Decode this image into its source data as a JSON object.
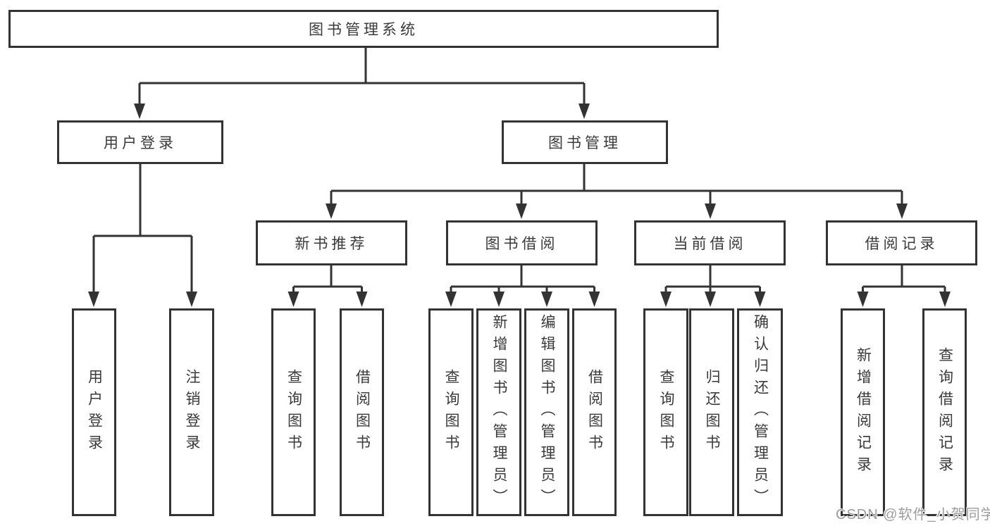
{
  "diagram": {
    "title": "图书管理系统",
    "level2": [
      {
        "label": "用户登录"
      },
      {
        "label": "图书管理"
      }
    ],
    "level3": [
      {
        "label": "新书推荐"
      },
      {
        "label": "图书借阅"
      },
      {
        "label": "当前借阅"
      },
      {
        "label": "借阅记录"
      }
    ],
    "leaves": {
      "user_login": [
        {
          "label": "用户登录"
        },
        {
          "label": "注销登录"
        }
      ],
      "new_book": [
        {
          "label": "查询图书"
        },
        {
          "label": "借阅图书"
        }
      ],
      "book_borrow": [
        {
          "label": "查询图书"
        },
        {
          "label": "新增图书（管理员）"
        },
        {
          "label": "编辑图书（管理员）"
        },
        {
          "label": "借阅图书"
        }
      ],
      "current_borrow": [
        {
          "label": "查询图书"
        },
        {
          "label": "归还图书"
        },
        {
          "label": "确认归还（管理员）"
        }
      ],
      "borrow_record": [
        {
          "label": "新增借阅记录"
        },
        {
          "label": "查询借阅记录"
        }
      ]
    }
  },
  "watermark": "CSDN @软件_小贺同学",
  "colors": {
    "line": "#333333",
    "box_border": "#333333",
    "text": "#3a3a3a",
    "background": "#ffffff",
    "watermark": "#9c9c9c"
  }
}
